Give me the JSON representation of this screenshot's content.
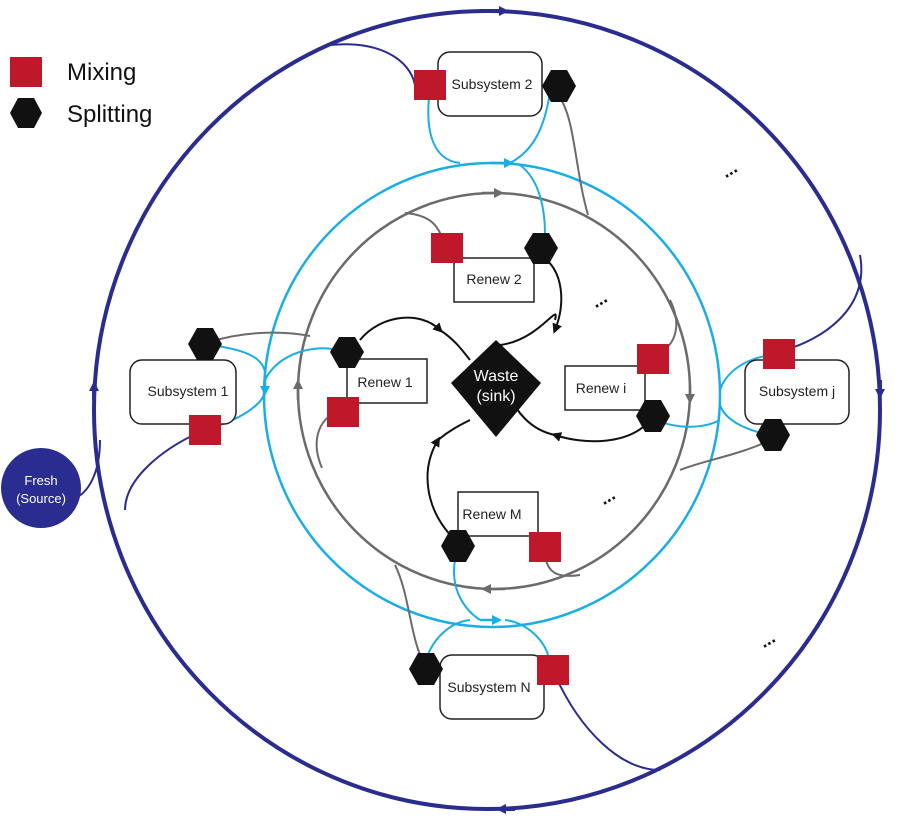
{
  "legend": {
    "mixing_label": "Mixing",
    "splitting_label": "Splitting"
  },
  "colors": {
    "outer_ring": "#2a2d8f",
    "blue_ring": "#19aee6",
    "gray_ring": "#6b6b6b",
    "inner_flow": "#111111",
    "mixing": "#c0182b",
    "splitting": "#111111",
    "fresh": "#2a2d8f"
  },
  "icons": {
    "mixing": "red-square",
    "splitting": "black-hexagon"
  },
  "nodes": {
    "fresh_line1": "Fresh",
    "fresh_line2": "(Source)",
    "waste_line1": "Waste",
    "waste_line2": "(sink)",
    "subsystem_1": "Subsystem 1",
    "subsystem_2": "Subsystem 2",
    "subsystem_j": "Subsystem j",
    "subsystem_n": "Subsystem N",
    "renew_1": "Renew 1",
    "renew_2": "Renew 2",
    "renew_i": "Renew i",
    "renew_m": "Renew M"
  },
  "ellipsis": "..."
}
